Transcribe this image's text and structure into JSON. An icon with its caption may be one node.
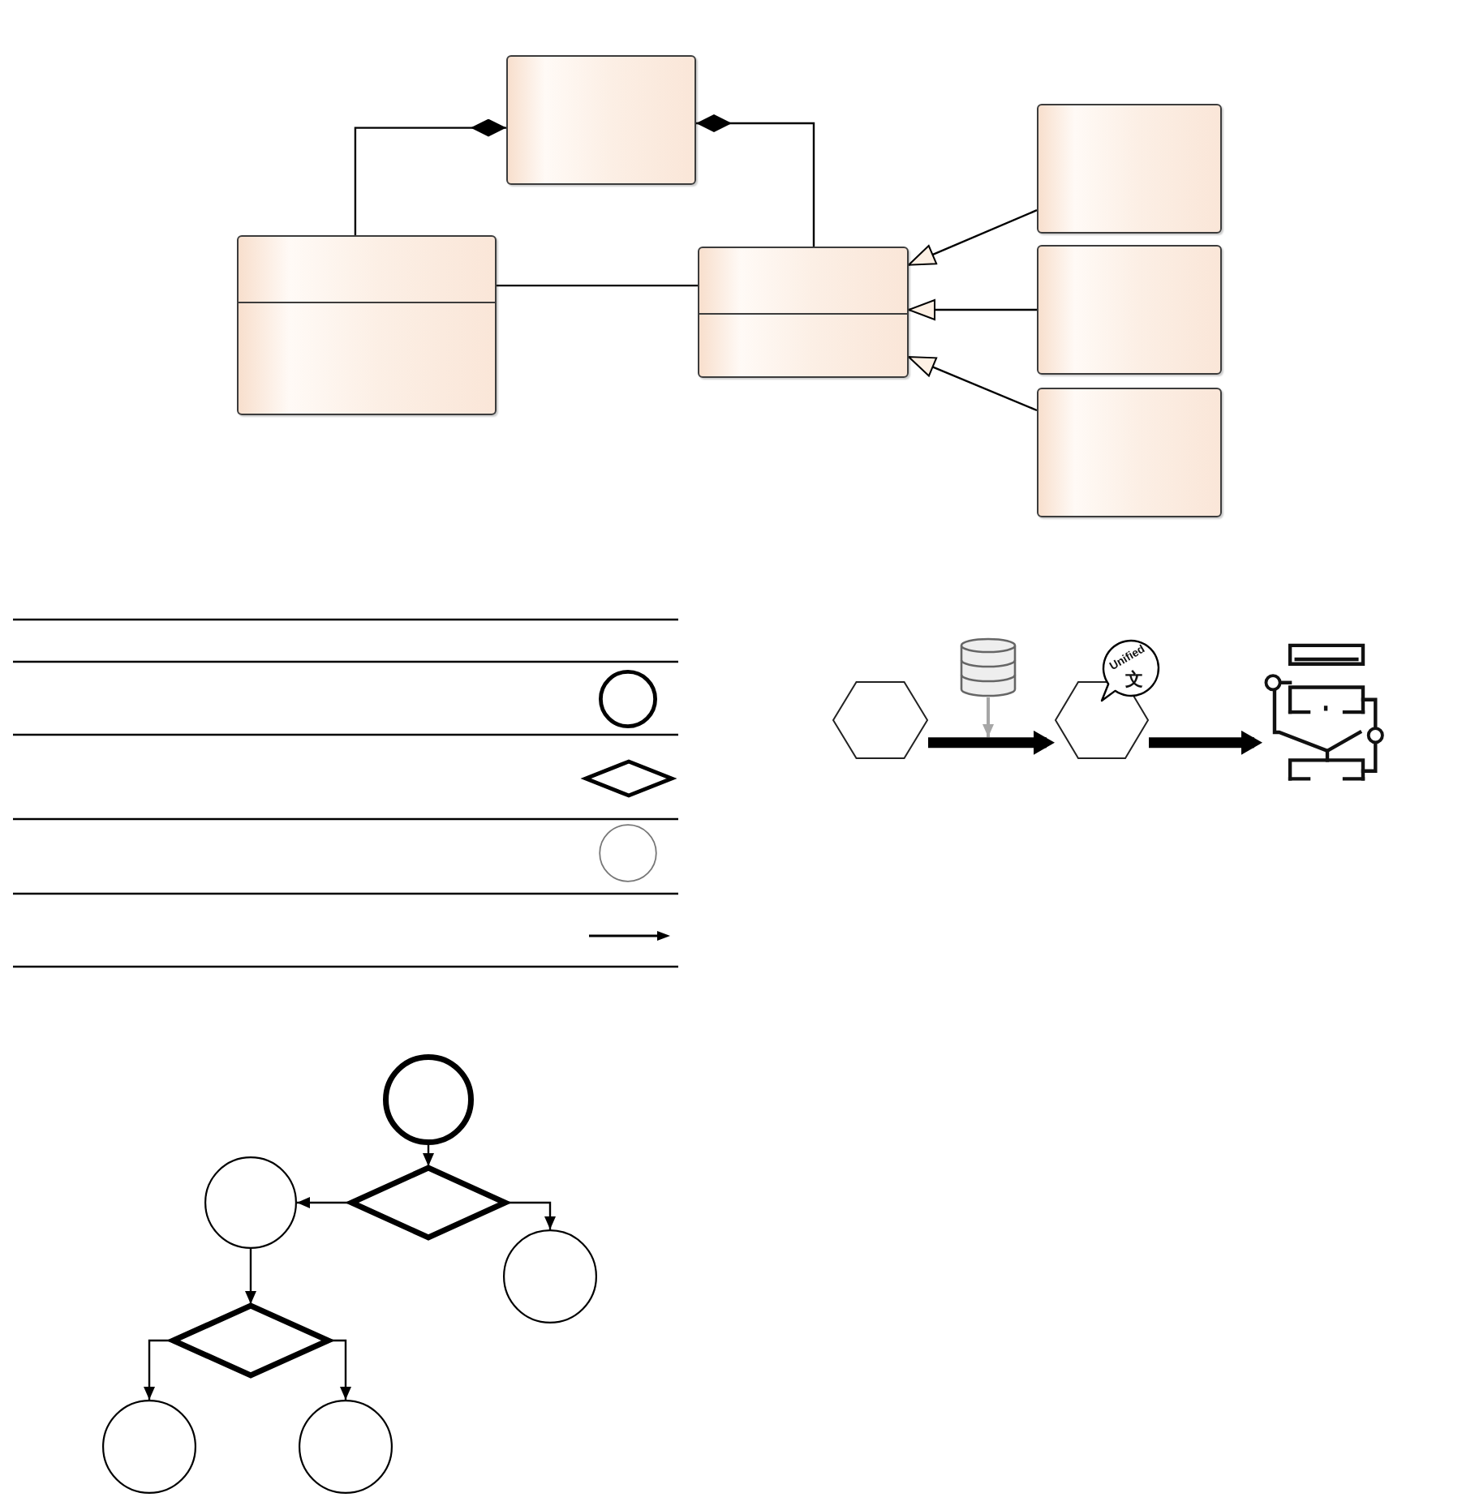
{
  "diagram": {
    "nodes": [
      {
        "text": [],
        "shape": "box"
      },
      {
        "text": [],
        "shape": "box"
      },
      {
        "text": [],
        "shape": "box"
      },
      {
        "text": [],
        "shape": "box"
      },
      {
        "text": [],
        "shape": "box"
      },
      {
        "text": [],
        "shape": "box"
      },
      {
        "text": [],
        "shape": "hexagon"
      },
      {
        "text": [],
        "shape": "cylinder"
      },
      {
        "text": [],
        "shape": "hexagon"
      },
      {
        "text": [
          "Unified",
          "文"
        ]
      },
      {
        "text": [],
        "shape": "picture"
      },
      {
        "text": [],
        "shape": "circle"
      },
      {
        "text": [],
        "shape": "diamond"
      },
      {
        "text": [],
        "shape": "circle"
      },
      {
        "text": [],
        "shape": "circle"
      },
      {
        "text": [],
        "shape": "diamond"
      },
      {
        "text": [],
        "shape": "circle"
      },
      {
        "text": [],
        "shape": "circle"
      }
    ],
    "edges": [
      {
        "from": 1,
        "to": 0,
        "arrow": "other"
      },
      {
        "from": 2,
        "to": 0,
        "arrow": "other"
      },
      {
        "from": 1,
        "to": 2,
        "arrow": "none"
      },
      {
        "from": 3,
        "to": 2,
        "arrow": "to"
      },
      {
        "from": 4,
        "to": 2,
        "arrow": "to"
      },
      {
        "from": 5,
        "to": 2,
        "arrow": "to"
      },
      {
        "from": 6,
        "to": 8,
        "arrow": "to",
        "style": "thick"
      },
      {
        "from": 7,
        "to": null,
        "arrow": "to",
        "color": "#a6a6a6"
      },
      {
        "from": 8,
        "to": 10,
        "arrow": "to",
        "style": "thick"
      },
      {
        "from": 11,
        "to": 12,
        "arrow": "to"
      },
      {
        "from": 12,
        "to": 13,
        "arrow": "to"
      },
      {
        "from": 12,
        "to": 14,
        "arrow": "to"
      },
      {
        "from": 13,
        "to": 15,
        "arrow": "to"
      },
      {
        "from": 15,
        "to": 16,
        "arrow": "to"
      },
      {
        "from": 15,
        "to": 17,
        "arrow": "to"
      }
    ]
  }
}
